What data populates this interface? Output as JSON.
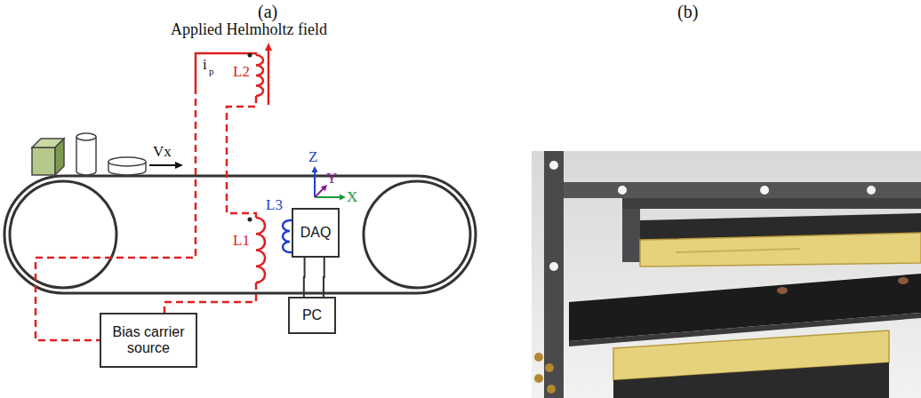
{
  "diagram": {
    "nodes": [
      {
        "text": [
          "DAQ"
        ]
      },
      {
        "text": [
          "PC"
        ]
      },
      {
        "text": [
          "Bias carrier source"
        ]
      }
    ],
    "edges": [
      {
        "from": 0,
        "to": 1,
        "arrow": "none"
      },
      {
        "from": 0,
        "to": 1,
        "arrow": "none"
      }
    ],
    "labels": [
      "(a)",
      "(b)",
      "Applied Helmholtz field",
      "i",
      "p",
      "L2",
      "L1",
      "L3",
      "Vx",
      "Z",
      "Y",
      "X"
    ]
  }
}
